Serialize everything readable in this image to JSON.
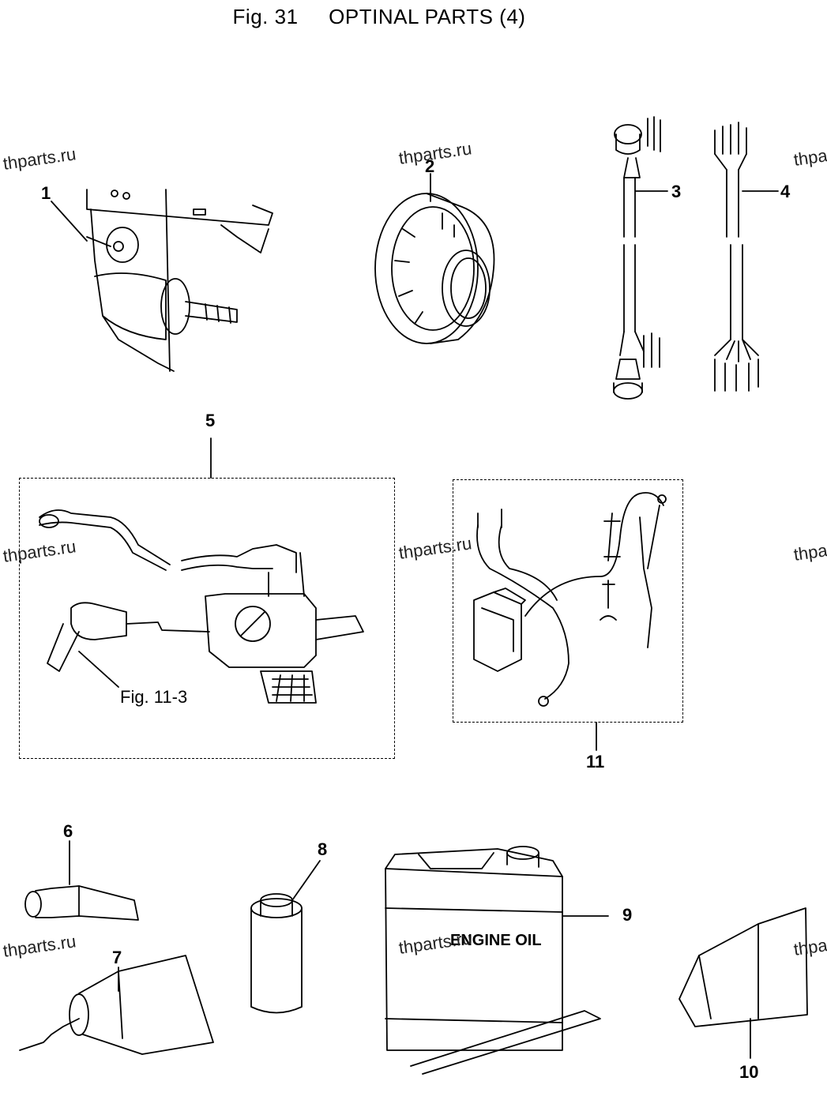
{
  "title": "Fig. 31     OPTINAL PARTS (4)",
  "callouts": [
    {
      "id": "1",
      "label": "1"
    },
    {
      "id": "2",
      "label": "2"
    },
    {
      "id": "3",
      "label": "3"
    },
    {
      "id": "4",
      "label": "4"
    },
    {
      "id": "5",
      "label": "5"
    },
    {
      "id": "6",
      "label": "6"
    },
    {
      "id": "7",
      "label": "7"
    },
    {
      "id": "8",
      "label": "8"
    },
    {
      "id": "9",
      "label": "9"
    },
    {
      "id": "10",
      "label": "10"
    },
    {
      "id": "11",
      "label": "11"
    }
  ],
  "reference_note": "Fig. 11-3",
  "oil_label": "ENGINE OIL",
  "watermark": "thparts.ru",
  "watermark_partial": "thpa"
}
